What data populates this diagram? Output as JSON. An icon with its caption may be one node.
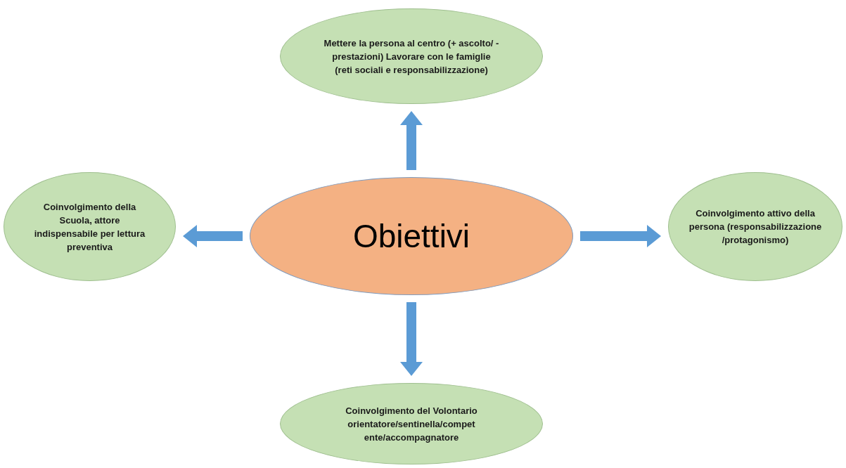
{
  "diagram": {
    "nodes": [
      {
        "text": [
          "Mettere la persona al centro (+ ascolto/ - prestazioni) Lavorare con le famiglie (reti sociali e responsabilizzazione)"
        ]
      },
      {
        "text": [
          "Coinvolgimento della Scuola, attore indispensabile per lettura preventiva"
        ]
      },
      {
        "text": [
          "Obiettivi"
        ]
      },
      {
        "text": [
          "Coinvolgimento attivo della persona (responsabilizzazione /protagonismo)"
        ]
      },
      {
        "text": [
          "Coinvolgimento del Volontario orientatore/sentinella/compet ente/accompagnatore"
        ]
      }
    ],
    "edges": [
      {
        "from": 2,
        "to": 0,
        "arrow": "to"
      },
      {
        "from": 2,
        "to": 1,
        "arrow": "to"
      },
      {
        "from": 2,
        "to": 3,
        "arrow": "to"
      },
      {
        "from": 2,
        "to": 4,
        "arrow": "to"
      }
    ]
  }
}
